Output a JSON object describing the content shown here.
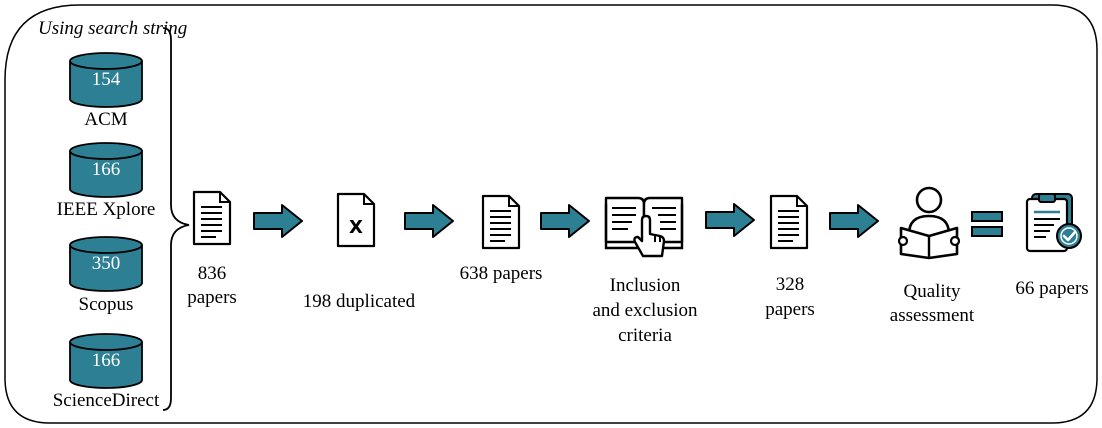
{
  "header": {
    "search_label": "Using search string"
  },
  "databases": [
    {
      "name": "ACM",
      "count": "154"
    },
    {
      "name": "IEEE Xplore",
      "count": "166"
    },
    {
      "name": "Scopus",
      "count": "350"
    },
    {
      "name": "ScienceDirect",
      "count": "166"
    }
  ],
  "steps": {
    "total_line1": "836",
    "total_line2": "papers",
    "duplicated": "198 duplicated",
    "after_dedup": "638 papers",
    "criteria_line1": "Inclusion",
    "criteria_line2": "and exclusion",
    "criteria_line3": "criteria",
    "after_criteria_line1": "328",
    "after_criteria_line2": "papers",
    "quality_line1": "Quality",
    "quality_line2": "assessment",
    "final": "66 papers"
  },
  "colors": {
    "accent": "#2d7f94",
    "stroke": "#000000"
  }
}
